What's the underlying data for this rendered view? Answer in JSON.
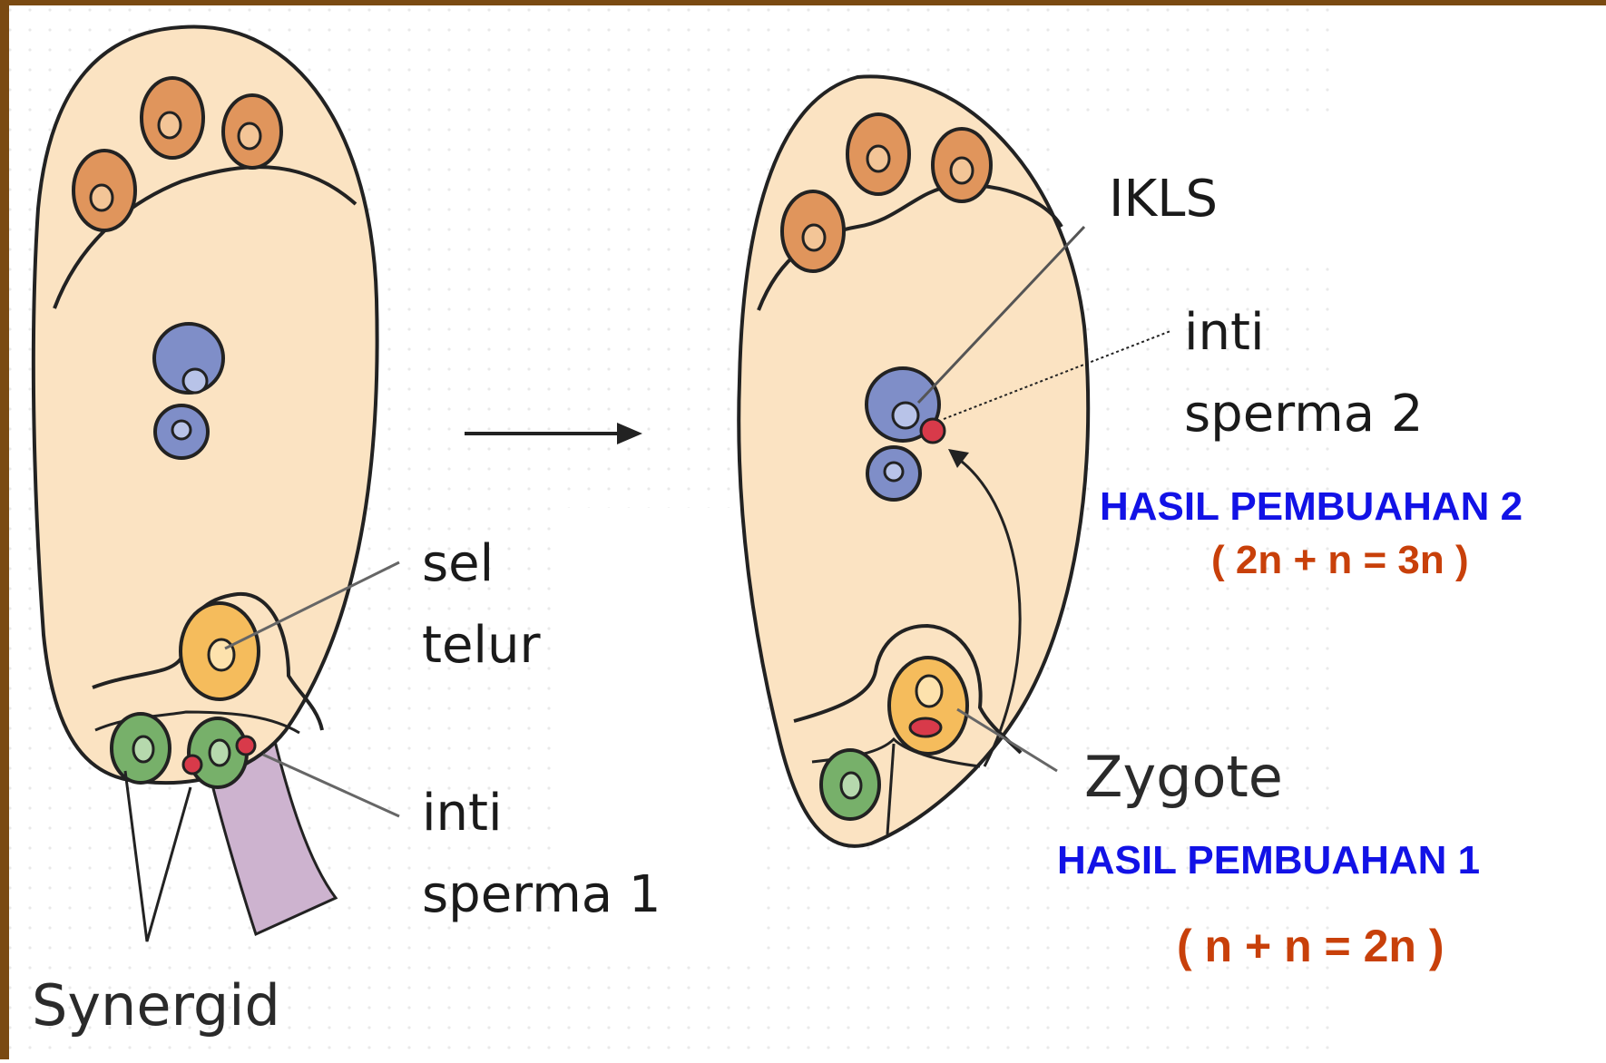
{
  "colors": {
    "frame": "#7a4a12",
    "sac_fill": "#fbe3c2",
    "antipodal": "#e0955c",
    "polar_nuclei": "#7f8ec8",
    "egg": "#f5bc5c",
    "synergid": "#77b06a",
    "sperm": "#d83a4a",
    "pollen_tube": "#cdb3cf",
    "result_title": "#1212e6",
    "result_formula": "#c8400a"
  },
  "left_figure": {
    "label_egg_line1": "sel",
    "label_egg_line2": "telur",
    "label_sperm_line1": "inti",
    "label_sperm_line2": "sperma 1",
    "label_synergid": "Synergid"
  },
  "right_figure": {
    "label_ikls": "IKLS",
    "label_sperm2_line1": "inti",
    "label_sperm2_line2": "sperma 2",
    "label_zygote": "Zygote"
  },
  "results": {
    "fertilization2_title": "HASIL PEMBUAHAN  2",
    "fertilization2_formula": "( 2n + n = 3n )",
    "fertilization1_title": "HASIL PEMBUAHAN 1",
    "fertilization1_formula": "( n + n = 2n )"
  }
}
